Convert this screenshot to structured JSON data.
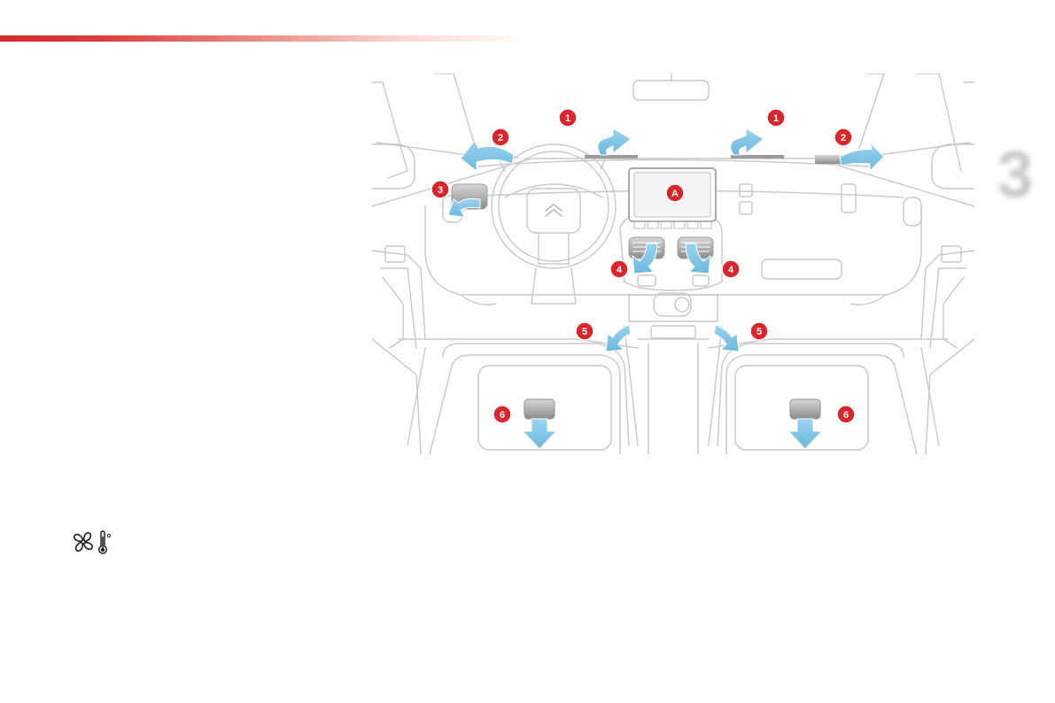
{
  "page": {
    "chapter_number": "3"
  },
  "colors": {
    "accent_red": "#d42a2f",
    "marker_red": "#d8262c",
    "airflow_blue": "#7cc4e6",
    "line_gray": "#c6c6c6"
  },
  "diagram": {
    "markers": {
      "vent_1_left": "1",
      "vent_1_right": "1",
      "vent_2_left": "2",
      "vent_2_right": "2",
      "vent_3": "3",
      "vent_4_left": "4",
      "vent_4_right": "4",
      "vent_5_left": "5",
      "vent_5_right": "5",
      "vent_6_left": "6",
      "vent_6_right": "6",
      "screen_a": "A"
    }
  },
  "legend": {
    "icons": [
      "fan-icon",
      "thermometer-icon"
    ]
  }
}
